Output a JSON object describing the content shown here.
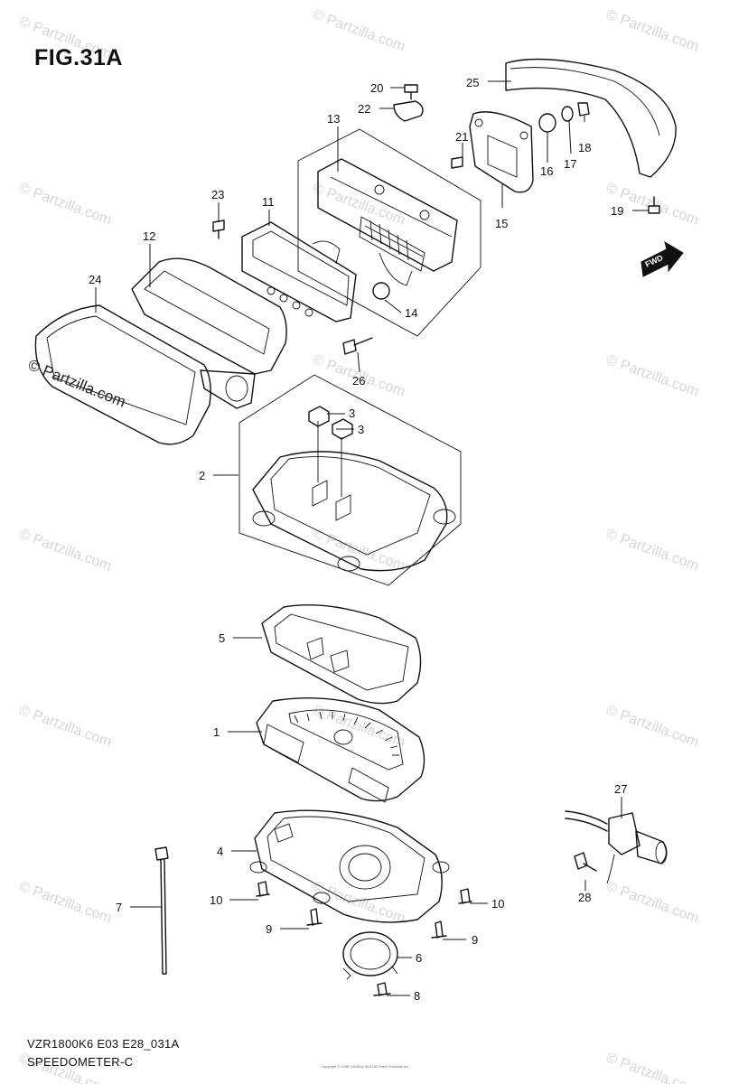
{
  "figure": {
    "title": "FIG.31A",
    "model_code": "VZR1800K6 E03 E28_031A",
    "section_name": "SPEEDOMETER-C",
    "copyright": "Copyright © 2006, 2016 by SUZUKI Parts Products Inc.",
    "fwd_label": "FWD"
  },
  "watermarks": {
    "text": "© Partzilla.com",
    "prominent_text": "© Partzilla.com"
  },
  "callouts": [
    {
      "id": "20",
      "label": "20"
    },
    {
      "id": "22",
      "label": "22"
    },
    {
      "id": "25",
      "label": "25"
    },
    {
      "id": "13",
      "label": "13"
    },
    {
      "id": "21",
      "label": "21"
    },
    {
      "id": "18",
      "label": "18"
    },
    {
      "id": "16",
      "label": "16"
    },
    {
      "id": "17",
      "label": "17"
    },
    {
      "id": "15",
      "label": "15"
    },
    {
      "id": "19",
      "label": "19"
    },
    {
      "id": "23",
      "label": "23"
    },
    {
      "id": "11",
      "label": "11"
    },
    {
      "id": "12",
      "label": "12"
    },
    {
      "id": "24",
      "label": "24"
    },
    {
      "id": "14",
      "label": "14"
    },
    {
      "id": "26",
      "label": "26"
    },
    {
      "id": "3a",
      "label": "3"
    },
    {
      "id": "3b",
      "label": "3"
    },
    {
      "id": "2",
      "label": "2"
    },
    {
      "id": "5",
      "label": "5"
    },
    {
      "id": "1",
      "label": "1"
    },
    {
      "id": "27",
      "label": "27"
    },
    {
      "id": "4",
      "label": "4"
    },
    {
      "id": "7",
      "label": "7"
    },
    {
      "id": "10a",
      "label": "10"
    },
    {
      "id": "10b",
      "label": "10"
    },
    {
      "id": "9a",
      "label": "9"
    },
    {
      "id": "9b",
      "label": "9"
    },
    {
      "id": "28",
      "label": "28"
    },
    {
      "id": "6",
      "label": "6"
    },
    {
      "id": "8",
      "label": "8"
    }
  ]
}
